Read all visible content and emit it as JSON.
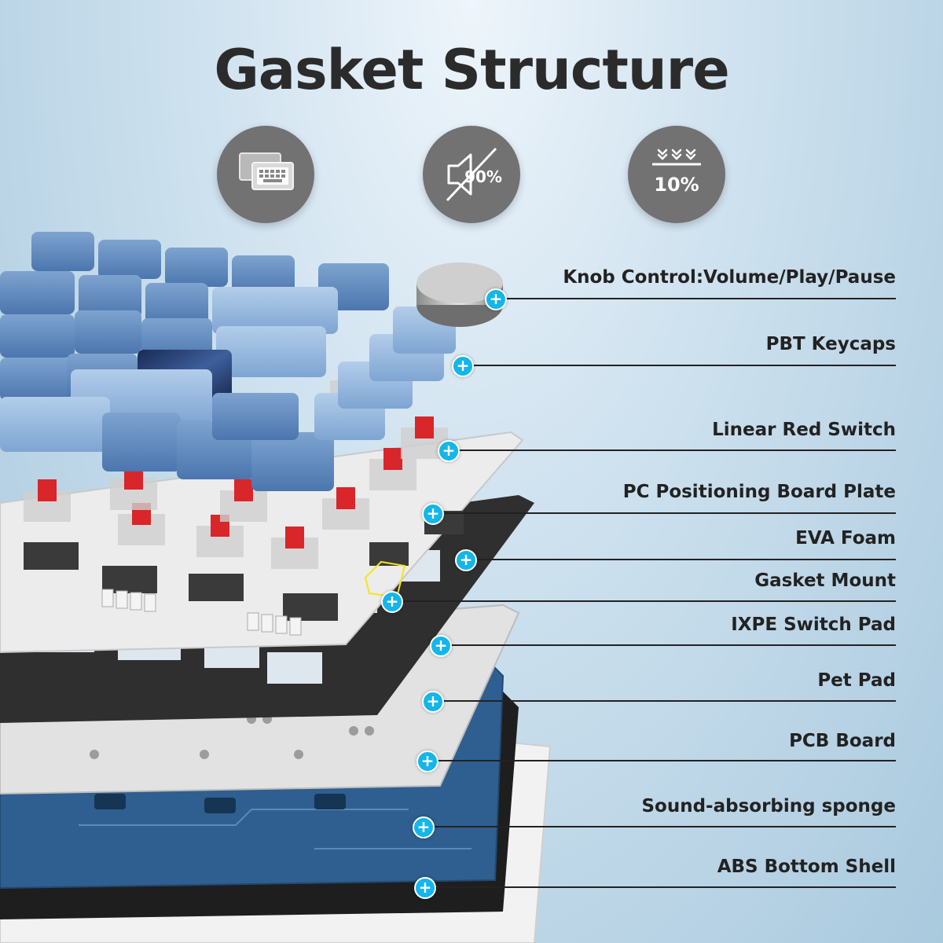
{
  "title": "Gasket Structure",
  "badges": [
    {
      "icon": "keyboard-icon",
      "text": ""
    },
    {
      "icon": "muted-speaker-icon",
      "text": "90%"
    },
    {
      "icon": "compression-icon",
      "text": "10%"
    }
  ],
  "layers": [
    {
      "label": "Knob Control:Volume/Play/Pause"
    },
    {
      "label": "PBT Keycaps"
    },
    {
      "label": "Linear Red Switch"
    },
    {
      "label": "PC Positioning Board Plate"
    },
    {
      "label": "EVA Foam"
    },
    {
      "label": "Gasket Mount"
    },
    {
      "label": "IXPE Switch Pad"
    },
    {
      "label": "Pet Pad"
    },
    {
      "label": "PCB Board"
    },
    {
      "label": "Sound-absorbing sponge"
    },
    {
      "label": "ABS Bottom Shell"
    }
  ],
  "plus_symbol": "+",
  "colors": {
    "accent": "#14b6ea",
    "keycap_light": "#8fb4df",
    "keycap_dark": "#5b86bd",
    "switch_red": "#d8262a",
    "plate_dark": "#2f2f2f",
    "pcb_blue": "#2f5f90"
  }
}
